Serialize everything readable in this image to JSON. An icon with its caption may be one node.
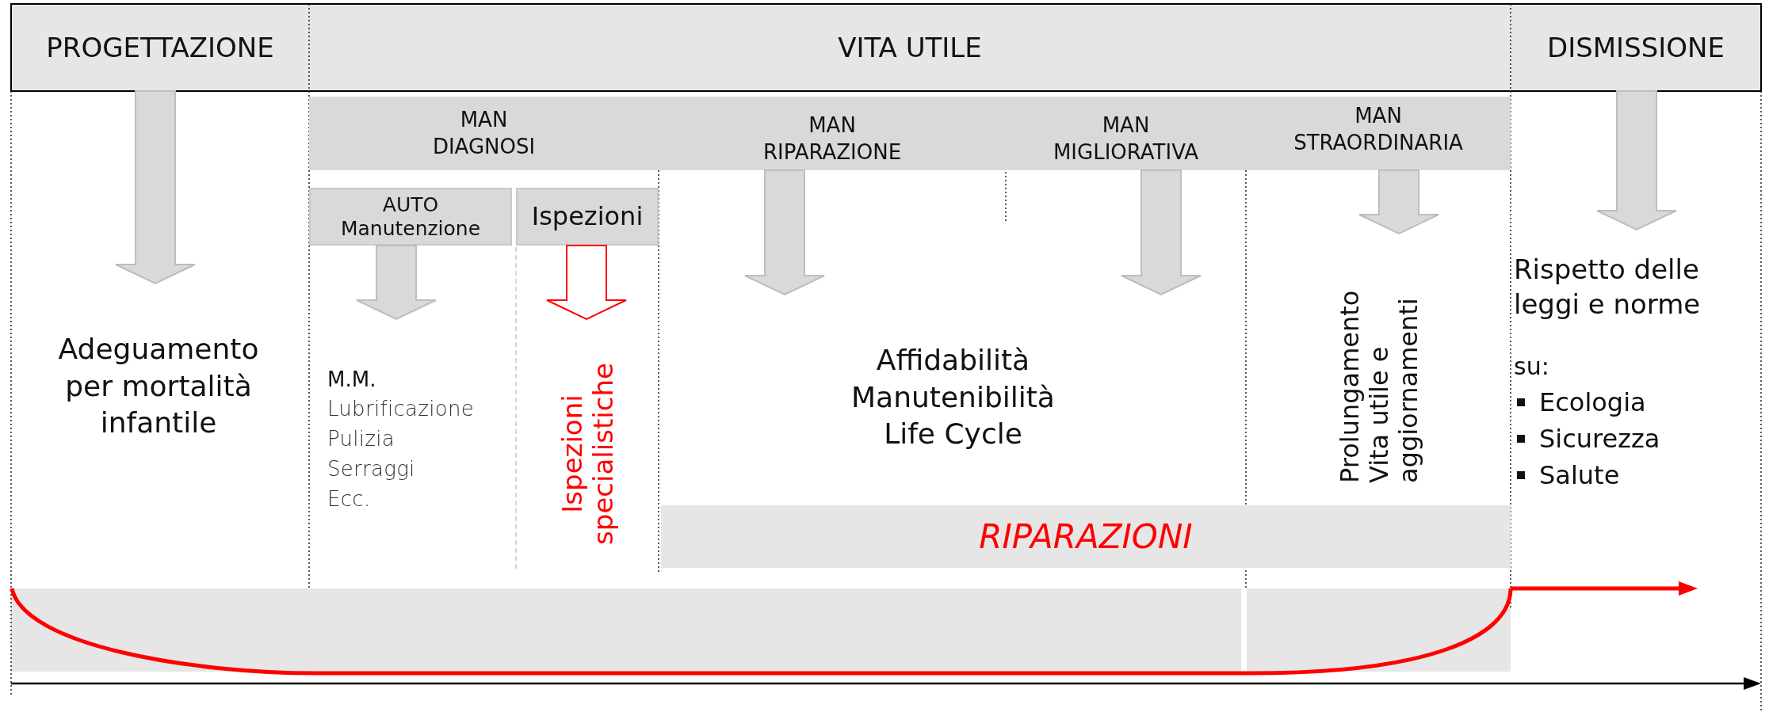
{
  "diagram": {
    "nodes": [
      {
        "text": [
          "PROGETTAZIONE"
        ]
      },
      {
        "text": [
          "VITA UTILE"
        ]
      },
      {
        "text": [
          "DISMISSIONE"
        ]
      },
      {
        "text": [
          "MAN DIAGNOSI"
        ]
      },
      {
        "text": [
          "AUTO Manutenzione"
        ]
      },
      {
        "text": [
          "Ispezioni"
        ]
      },
      {
        "text": [
          "MAN RIPARAZIONE"
        ]
      },
      {
        "text": [
          "MAN MIGLIORATIVA"
        ]
      },
      {
        "text": [
          "MAN STRAORDINARIA"
        ]
      },
      {
        "text": [
          "Adeguamento per mortalità infantile"
        ]
      },
      {
        "text": [
          "M.M.",
          "Lubrificazione",
          "Pulizia",
          "Serraggi",
          "Ecc."
        ]
      },
      {
        "text": [
          "Ispezioni specialistiche"
        ]
      },
      {
        "text": [
          "Affidabilità",
          "Manutenibilità",
          "Life Cycle"
        ]
      },
      {
        "text": [
          "Prolungamento Vita utile e aggiornamenti"
        ]
      },
      {
        "text": [
          "Rispetto delle leggi e norme",
          "su:",
          "Ecologia",
          "Sicurezza",
          "Salute"
        ]
      },
      {
        "text": [
          "RIPARAZIONI"
        ]
      }
    ],
    "edges": [
      {
        "from": 0,
        "to": 9,
        "arrow": "to"
      },
      {
        "from": 4,
        "to": 10,
        "arrow": "to"
      },
      {
        "from": 5,
        "to": 11,
        "arrow": "to",
        "color": "#ff0000"
      },
      {
        "from": 6,
        "to": 12,
        "arrow": "to"
      },
      {
        "from": 7,
        "to": 12,
        "arrow": "to"
      },
      {
        "from": 8,
        "to": 13,
        "arrow": "to"
      },
      {
        "from": 2,
        "to": 14,
        "arrow": "to"
      }
    ]
  }
}
